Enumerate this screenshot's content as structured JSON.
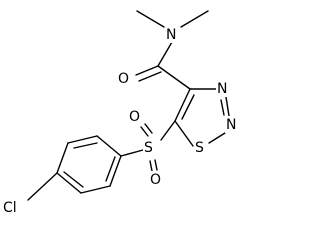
{
  "molecule": {
    "atoms": {
      "n_amide": "N",
      "o_carbonyl": "O",
      "n_ring_top": "N",
      "n_ring_bottom": "N",
      "s_ring": "S",
      "s_sulfonyl": "S",
      "o_sulfonyl_top": "O",
      "o_sulfonyl_bottom": "O",
      "cl": "Cl"
    }
  }
}
